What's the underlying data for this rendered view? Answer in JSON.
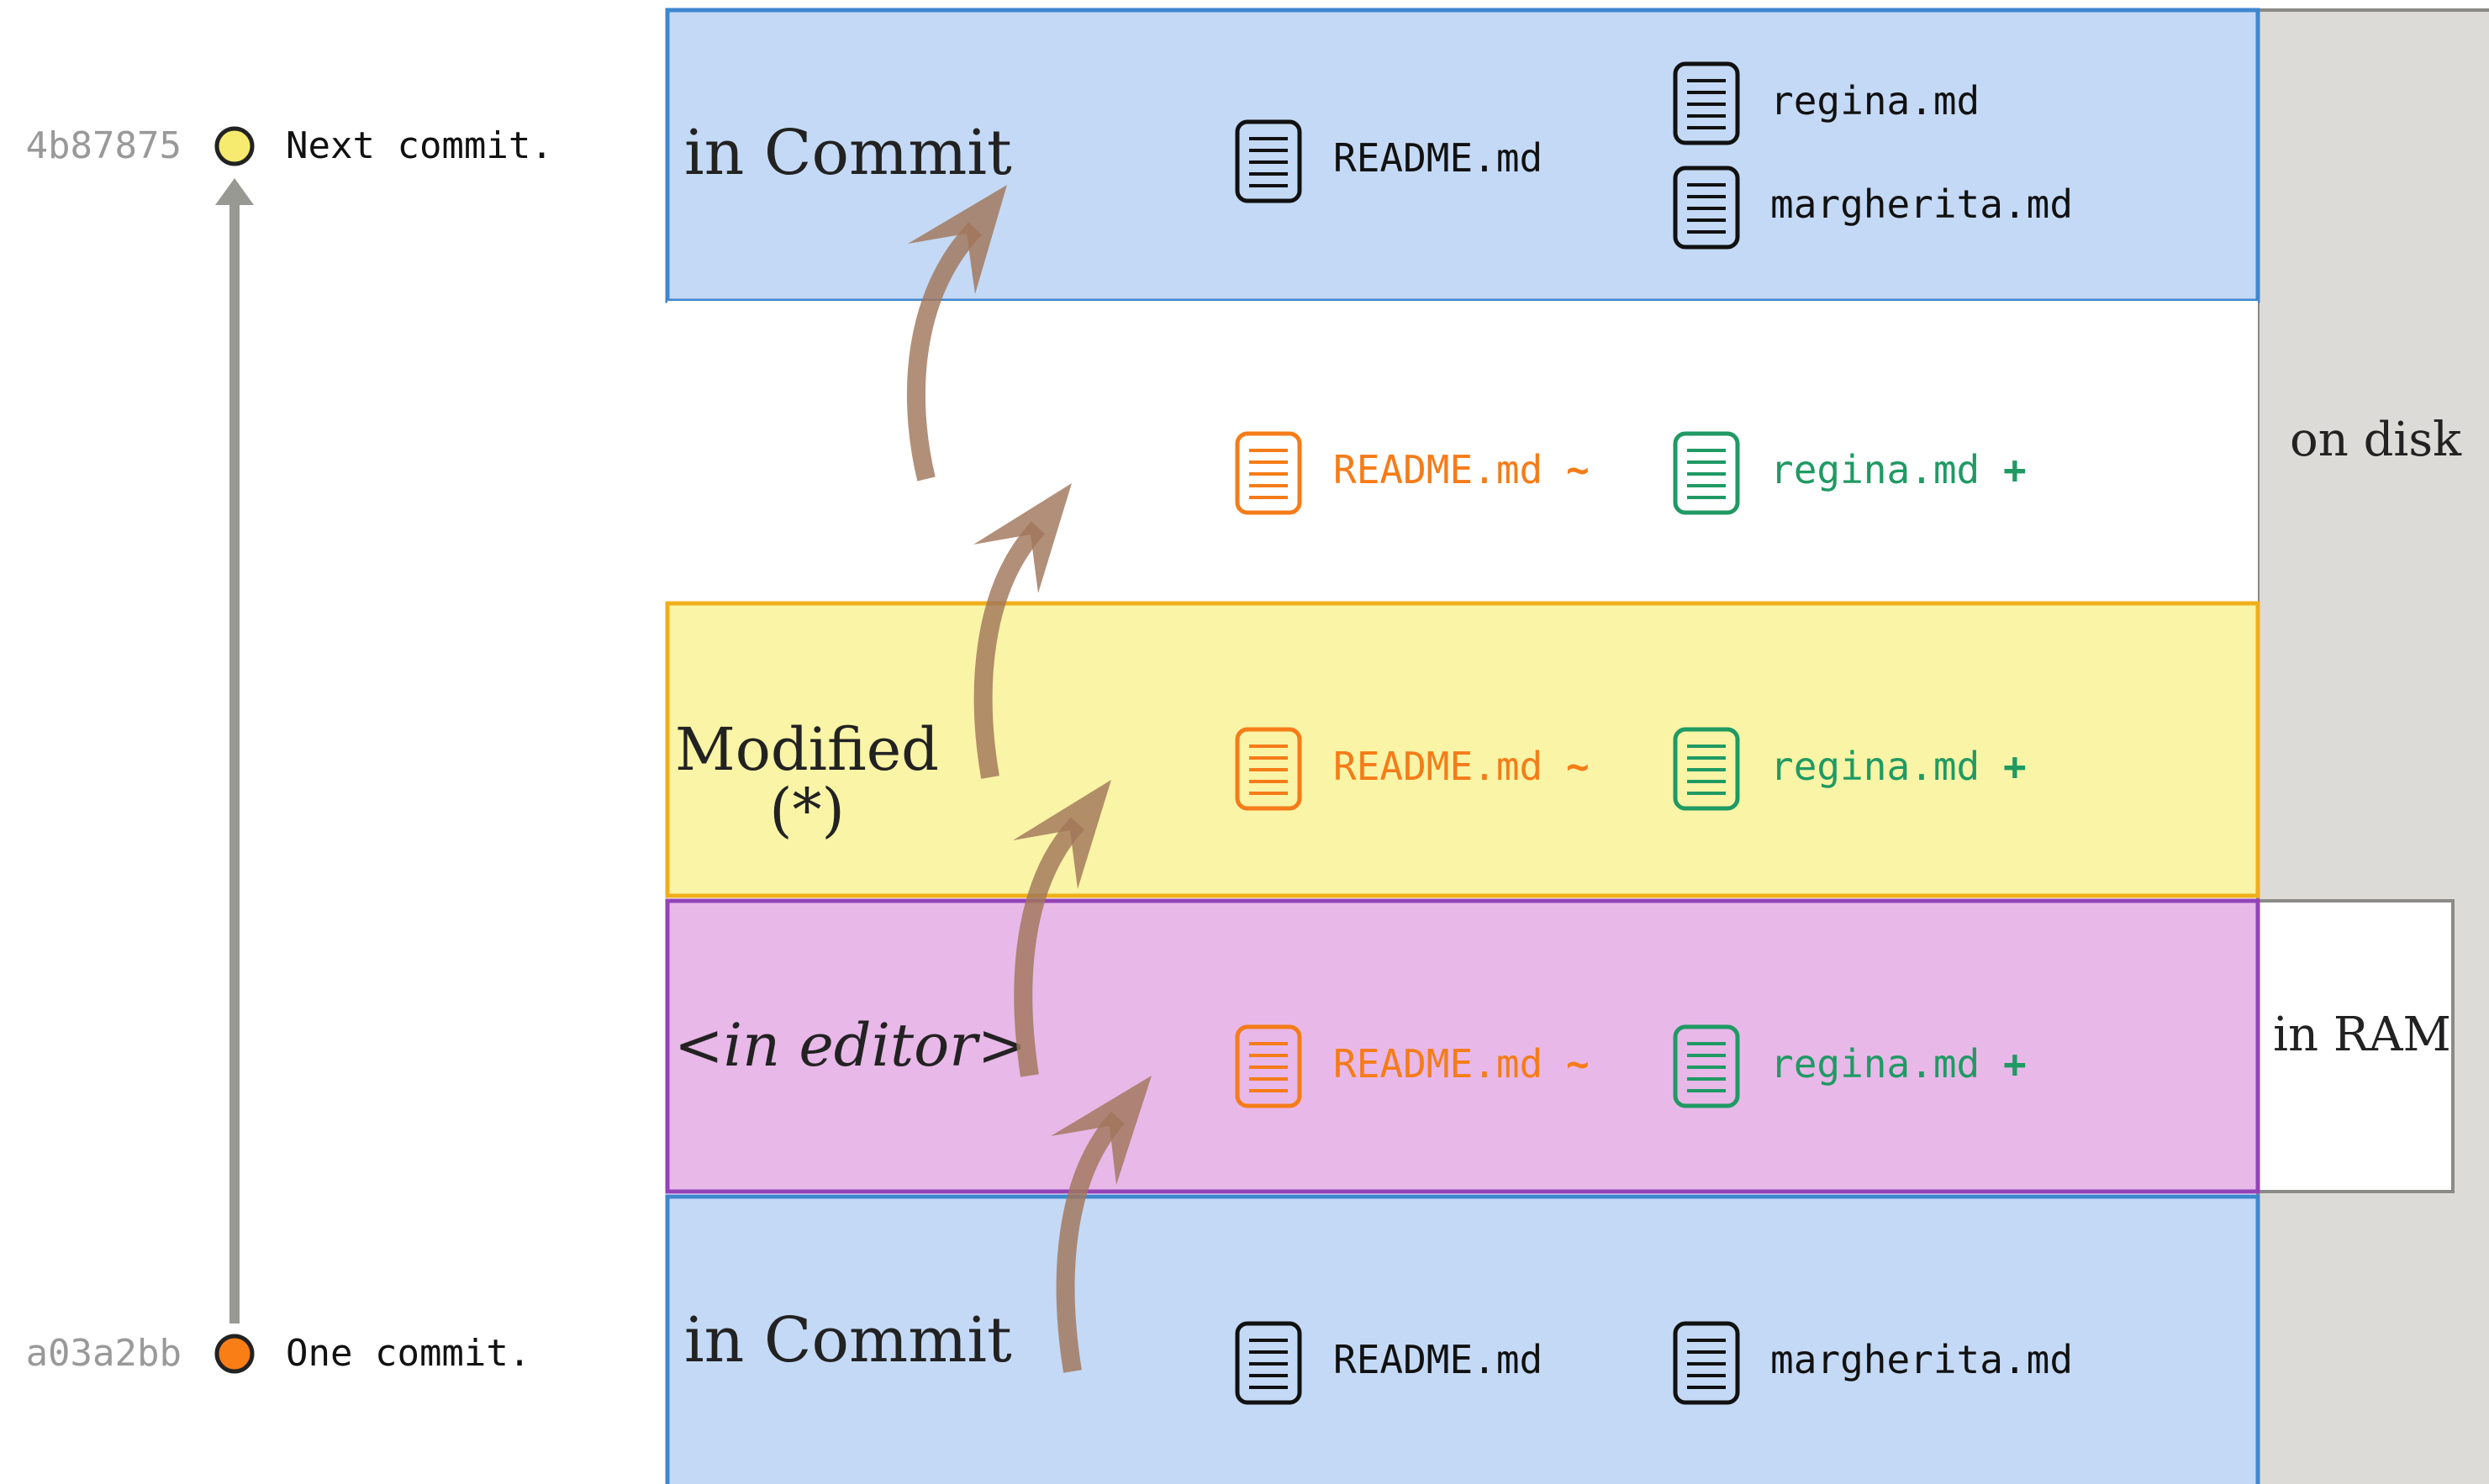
{
  "commits": [
    {
      "hash": "4b87875",
      "message": "Next commit.",
      "dot_color": "#f6eb6e"
    },
    {
      "hash": "a03a2bb",
      "message": "One commit.",
      "dot_color": "#f97e16"
    }
  ],
  "rows": [
    {
      "id": "next-commit",
      "label": "in Commit",
      "bg": "#c4d9f5",
      "border": "#3f86cf",
      "files": [
        {
          "name": "README.md",
          "status": "",
          "color": "#111111"
        },
        {
          "name": "regina.md",
          "status": "",
          "color": "#111111"
        },
        {
          "name": "margherita.md",
          "status": "",
          "color": "#111111"
        }
      ]
    },
    {
      "id": "staged",
      "label": "",
      "bg": "#ffffff",
      "border": "",
      "files": [
        {
          "name": "README.md",
          "status": "~",
          "color": "#f57c18"
        },
        {
          "name": "regina.md",
          "status": "+",
          "color": "#1f9a63"
        }
      ]
    },
    {
      "id": "modified",
      "label": "Modified",
      "sublabel": "(*)",
      "bg": "#f9f4a6",
      "border": "#efae1a",
      "files": [
        {
          "name": "README.md",
          "status": "~",
          "color": "#f57c18"
        },
        {
          "name": "regina.md",
          "status": "+",
          "color": "#1f9a63"
        }
      ]
    },
    {
      "id": "editor",
      "label": "<in editor>",
      "bg": "#e8b8e8",
      "border": "#9342b8",
      "files": [
        {
          "name": "README.md",
          "status": "~",
          "color": "#f57c18"
        },
        {
          "name": "regina.md",
          "status": "+",
          "color": "#1f9a63"
        }
      ]
    },
    {
      "id": "one-commit",
      "label": "in Commit",
      "bg": "#c4d9f5",
      "border": "#3f86cf",
      "files": [
        {
          "name": "README.md",
          "status": "",
          "color": "#111111"
        },
        {
          "name": "margherita.md",
          "status": "",
          "color": "#111111"
        }
      ]
    }
  ],
  "storage": {
    "disk_label": "on disk",
    "ram_label": "in RAM",
    "disk_bg": "#dddbd7"
  },
  "colors": {
    "timeline": "#999994",
    "arrow": "#a1765a"
  }
}
